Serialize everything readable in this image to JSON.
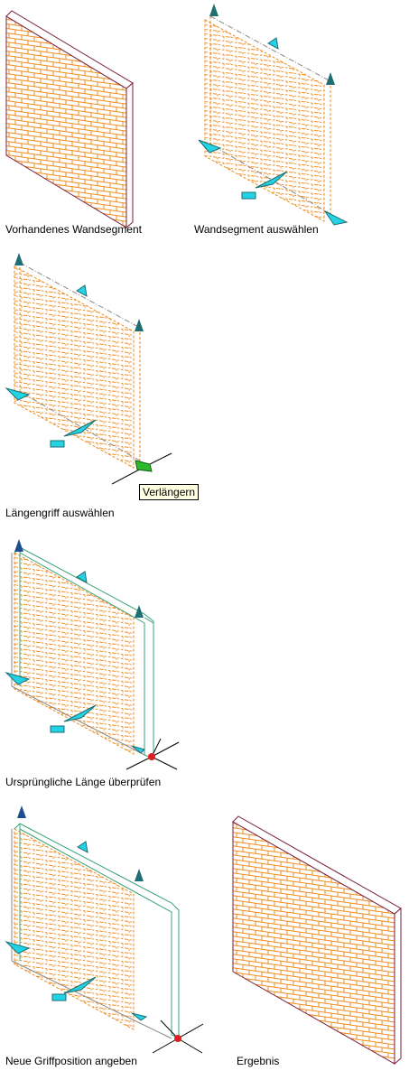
{
  "captions": {
    "existing_wall": "Vorhandenes Wandsegment",
    "select_wall": "Wandsegment auswählen",
    "select_grip": "Längengriff auswählen",
    "check_length": "Ursprüngliche Länge überprüfen",
    "new_grip_position": "Neue Griffposition angeben",
    "result": "Ergebnis"
  },
  "tooltip": {
    "lengthen": "Verlängern"
  },
  "colors": {
    "brick": "#f08a1c",
    "wall_outline": "#7a1f3d",
    "grip_cyan": "#22d3e6",
    "grip_dark": "#1f6e74",
    "grip_green": "#2eb82e",
    "grip_red": "#e02020",
    "preview_green": "#3aa37a",
    "tooltip_bg": "#ffffe1"
  }
}
